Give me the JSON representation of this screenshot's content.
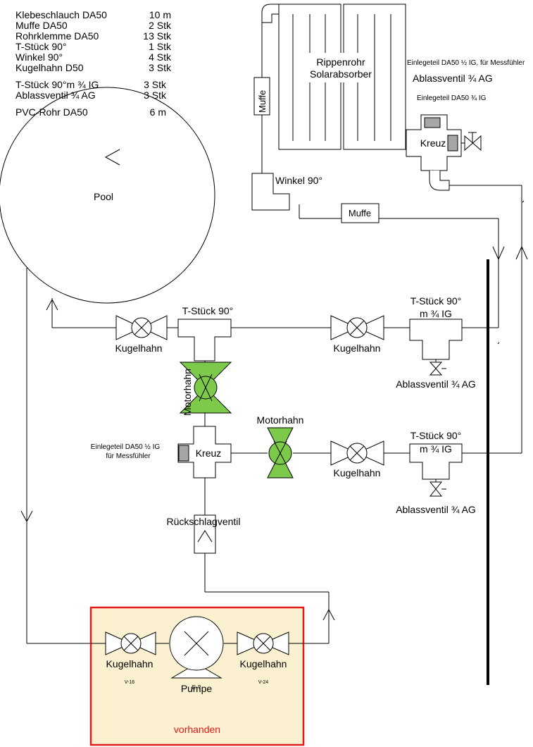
{
  "parts_list": [
    {
      "name": "Klebeschlauch DA50",
      "qty": "10 m"
    },
    {
      "name": "Muffe DA50",
      "qty": "2 Stk"
    },
    {
      "name": "Rohrklemme DA50",
      "qty": "13 Stk"
    },
    {
      "name": "T-Stück 90°",
      "qty": "1 Stk"
    },
    {
      "name": "Winkel 90°",
      "qty": "4 Stk"
    },
    {
      "name": "Kugelhahn D50",
      "qty": "3 Stk"
    },
    {
      "name": "T-Stück 90°m ¾ IG",
      "qty": "3 Stk"
    },
    {
      "name": "Ablassventil ¾ AG",
      "qty": "3 Stk"
    },
    {
      "name": "PVC-Rohr DA50",
      "qty": "6 m"
    }
  ],
  "labels": {
    "pool": "Pool",
    "muffe": "Muffe",
    "rippenrohr_1": "Rippenrohr",
    "rippenrohr_2": "Solarabsorber",
    "winkel": "Winkel 90°",
    "einlegeteil_top": "Einlegeteil DA50 ½ IG, für Messfühler",
    "ablassventil_top": "Ablassventil ¾ AG",
    "einlegeteil_34": "Einlegeteil DA50 ¾ IG",
    "kreuz": "Kreuz",
    "tstueck": "T-Stück 90°",
    "tstueck_m": "m ¾ IG",
    "kugelhahn": "Kugelhahn",
    "motorhahn": "Motorhahn",
    "ablassventil": "Ablassventil ¾ AG",
    "einlegeteil_left_1": "Einlegeteil DA50 ½ IG",
    "einlegeteil_left_2": "für Messfühler",
    "rueckschlagventil": "Rückschlagventil",
    "pumpe": "Pumpe",
    "pumpe_tag": "E-?",
    "v16": "V-16",
    "v24": "V-24",
    "vorhanden": "vorhanden"
  },
  "colors": {
    "motor_valve": "#7dc94a",
    "existing_border": "#e31a1a",
    "existing_fill": "#fbf0d0",
    "existing_text": "#e31a1a",
    "sensor_insert": "#a6a6a6"
  }
}
